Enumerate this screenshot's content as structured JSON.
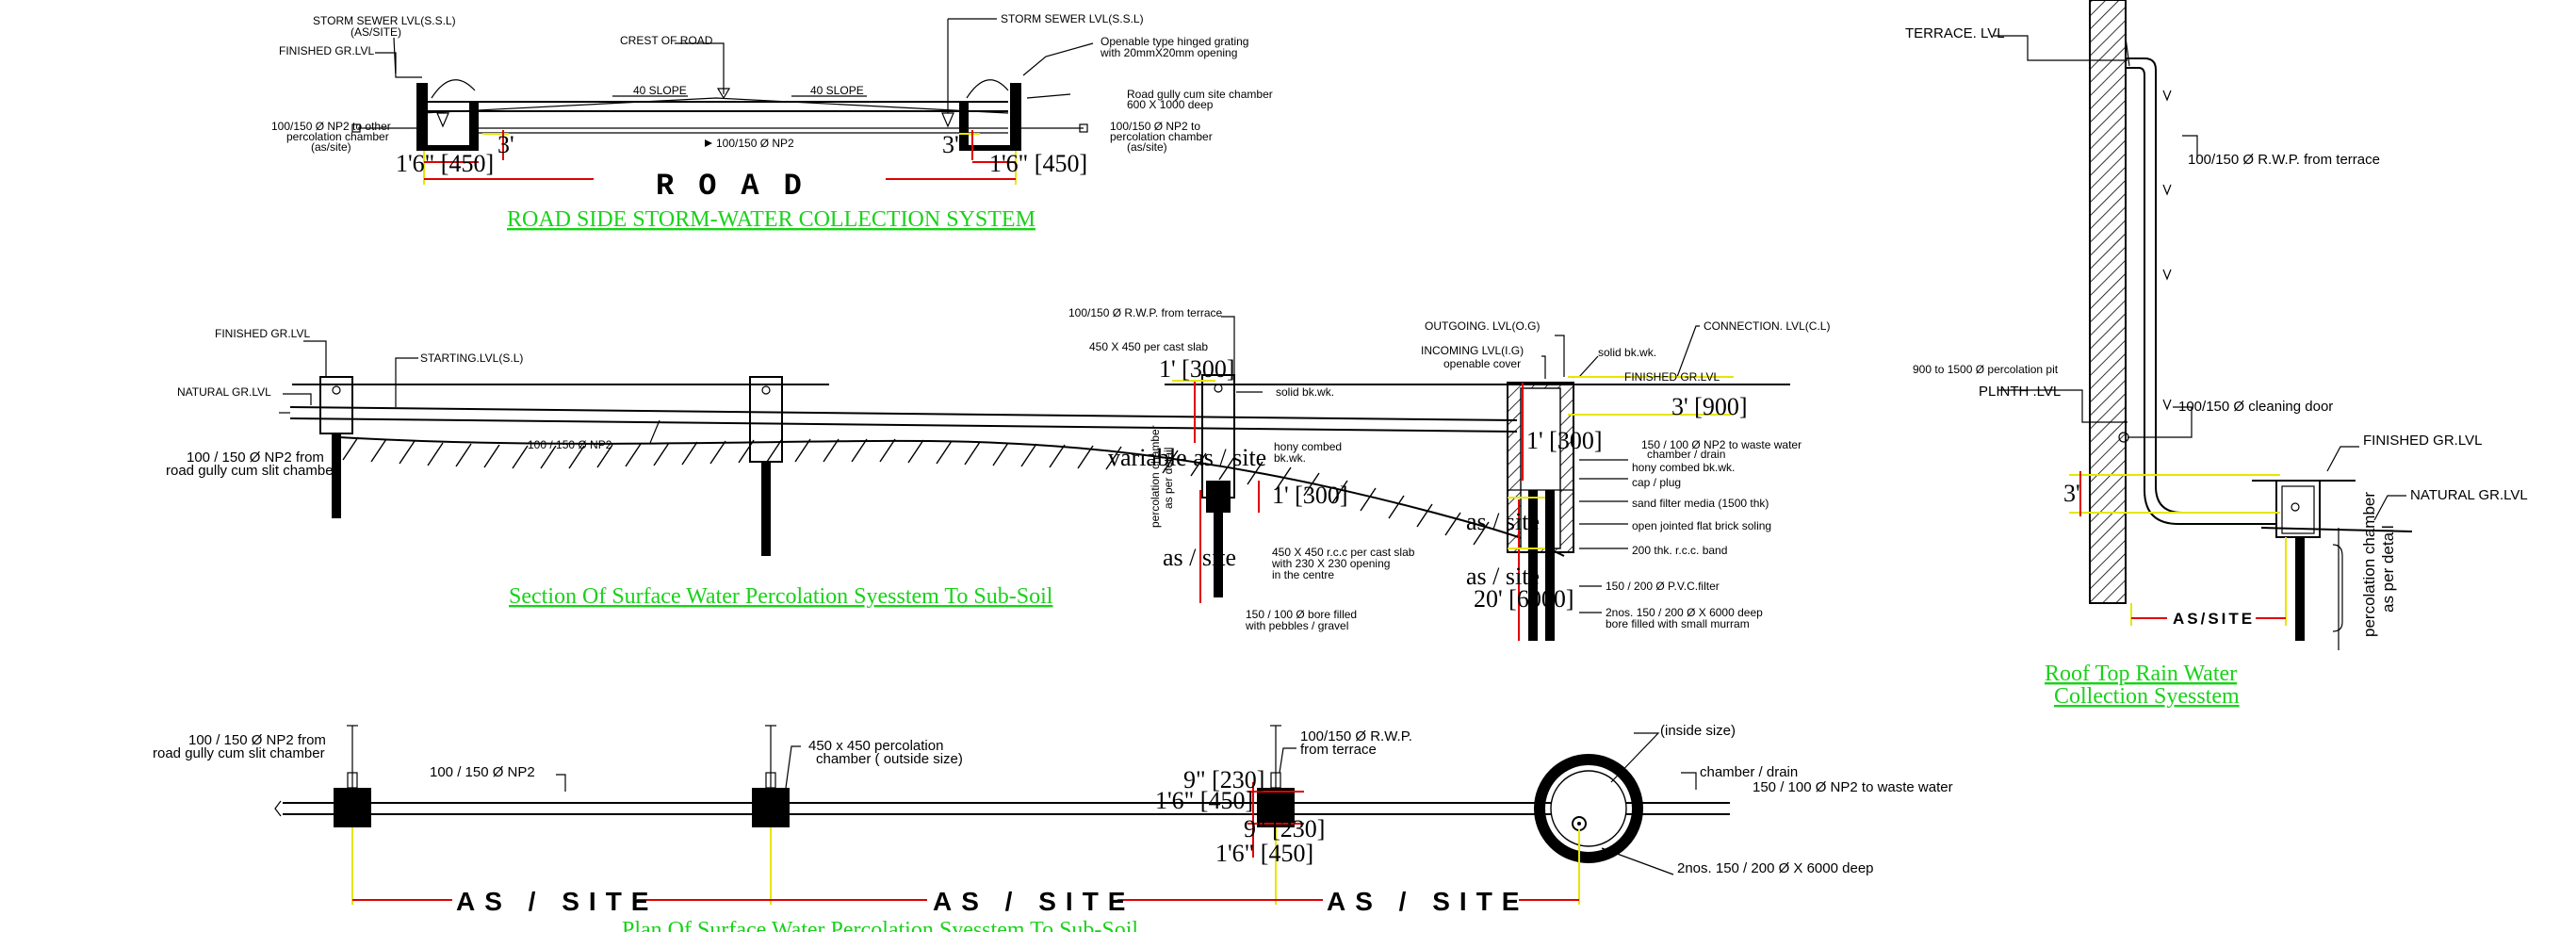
{
  "road_section": {
    "title": "ROAD SIDE STORM-WATER COLLECTION SYSTEM",
    "road": "ROAD",
    "storm_sewer_left": "STORM SEWER LVL(S.S.L)",
    "storm_sewer_left_sub": "(AS/SITE)",
    "finished_gr": "FINISHED GR.LVL",
    "crest": "CREST OF ROAD",
    "storm_sewer_right": "STORM SEWER LVL(S.S.L)",
    "grating_1": "Openable type hinged grating",
    "grating_2": "with 20mmX20mm opening",
    "gully_1": "Road gully cum site chamber",
    "gully_2": "600 X 1000 deep",
    "slope_left": "40 SLOPE",
    "slope_right": "40 SLOPE",
    "pipe_mid": "100/150 Ø NP2",
    "left_out_1": "100/150 Ø NP2 to other",
    "left_out_2": "percolation chamber",
    "left_out_3": "(as/site)",
    "right_out_1": "100/150 Ø NP2 to",
    "right_out_2": "percolation chamber",
    "right_out_3": "(as/site)",
    "dim_left": "1'6\" [450]",
    "dim_right": "1'6\" [450]",
    "dim_3_left": "3'",
    "dim_3_right": "3'"
  },
  "percolation_section": {
    "title": "Section Of Surface Water Percolation Syesstem To Sub-Soil",
    "finished_gr": "FINISHED GR.LVL",
    "natural_gr": "NATURAL GR.LVL",
    "starting": "STARTING.LVL(S.L)",
    "pipe": "100 / 150 Ø NP2",
    "from_gully_1": "100 / 150 Ø NP2 from",
    "from_gully_2": "road gully cum slit chamber",
    "rwp": "100/150 Ø R.W.P. from terrace",
    "slab": "450 X 450 per cast slab",
    "dim_300_top": "1' [300]",
    "solid_bk": "solid bk.wk.",
    "variable": "variable as / site",
    "hony_1": "hony combed",
    "hony_2": "bk.wk.",
    "chamber_v_1": "percolation chamber",
    "chamber_v_2": "as per detail",
    "dim_300_mid": "1' [300]",
    "as_site_left": "as / site",
    "rcc_1": "450 X 450 r.c.c per cast slab",
    "rcc_2": "with 230  X 230 opening",
    "rcc_3": "in the centre",
    "bore_1": "150 / 100 Ø bore filled",
    "bore_2": "with pebbles / gravel",
    "outgoing": "OUTGOING. LVL(O.G)",
    "incoming": "INCOMING  LVL(I.G)",
    "openable": "openable cover",
    "connection": "CONNECTION. LVL(C.L)",
    "solid_bk_2": "solid bk.wk.",
    "finished_gr_2": "FINISHED GR.LVL",
    "dim_900": "3' [900]",
    "dim_300_right": "1' [300]",
    "to_waste_1": "150 / 100 Ø NP2 to waste water",
    "to_waste_2": "chamber / drain",
    "hony_3": "hony combed bk.wk.",
    "cap": "cap / plug",
    "sand": "sand filter media (1500 thk)",
    "brick": "open jointed flat brick soling",
    "band": "200 thk. r.c.c. band",
    "as_site_right_1": "as / site",
    "as_site_right_2": "as / site",
    "dim_6000": "20' [6000]",
    "pvc": "150 / 200 Ø P.V.C.filter",
    "bores_1": "2nos. 150 / 200 Ø X 6000 deep",
    "bores_2": "bore filled with small murram"
  },
  "plan_section": {
    "title": "Plan Of Surface Water Percolation Syesstem To Sub-Soil",
    "from_gully_1": "100 / 150 Ø NP2 from",
    "from_gully_2": "road gully cum slit chamber",
    "pipe": "100 / 150 Ø NP2",
    "chamber_1": "450 x 450 percolation",
    "chamber_2": "chamber ( outside size)",
    "rwp_1": "100/150 Ø R.W.P.",
    "rwp_2": "from terrace",
    "dim_230_a": "9\" [230]",
    "dim_450_a": "1'6\" [450]",
    "dim_230_b": "9\" [230]",
    "dim_450_b": "1'6\" [450]",
    "inside": "(inside size)",
    "drain": "chamber / drain",
    "to_waste": "150 / 100 Ø NP2 to waste water",
    "bores": "2nos. 150 / 200 Ø X 6000 deep",
    "as_site_1": "AS / SITE",
    "as_site_2": "AS / SITE",
    "as_site_3": "AS / SITE"
  },
  "roof_section": {
    "title_1": "Roof Top Rain Water",
    "title_2": "Collection Syesstem",
    "terrace": "TERRACE. LVL",
    "rwp": "100/150 Ø R.W.P. from terrace",
    "perc_pit": "900 to 1500 Ø percolation pit",
    "plinth": "PLINTH .LVL",
    "cleaning": "100/150 Ø cleaning door",
    "finished_gr": "FINISHED GR.LVL",
    "natural_gr": "NATURAL GR.LVL",
    "dim_3": "3'",
    "as_site": "AS/SITE",
    "chamber_v_1": "percolation chamber",
    "chamber_v_2": "as per detail"
  },
  "colors": {
    "title": "#19d219",
    "dimension": "#e00000",
    "extension": "#e6e600",
    "line": "#000000"
  }
}
